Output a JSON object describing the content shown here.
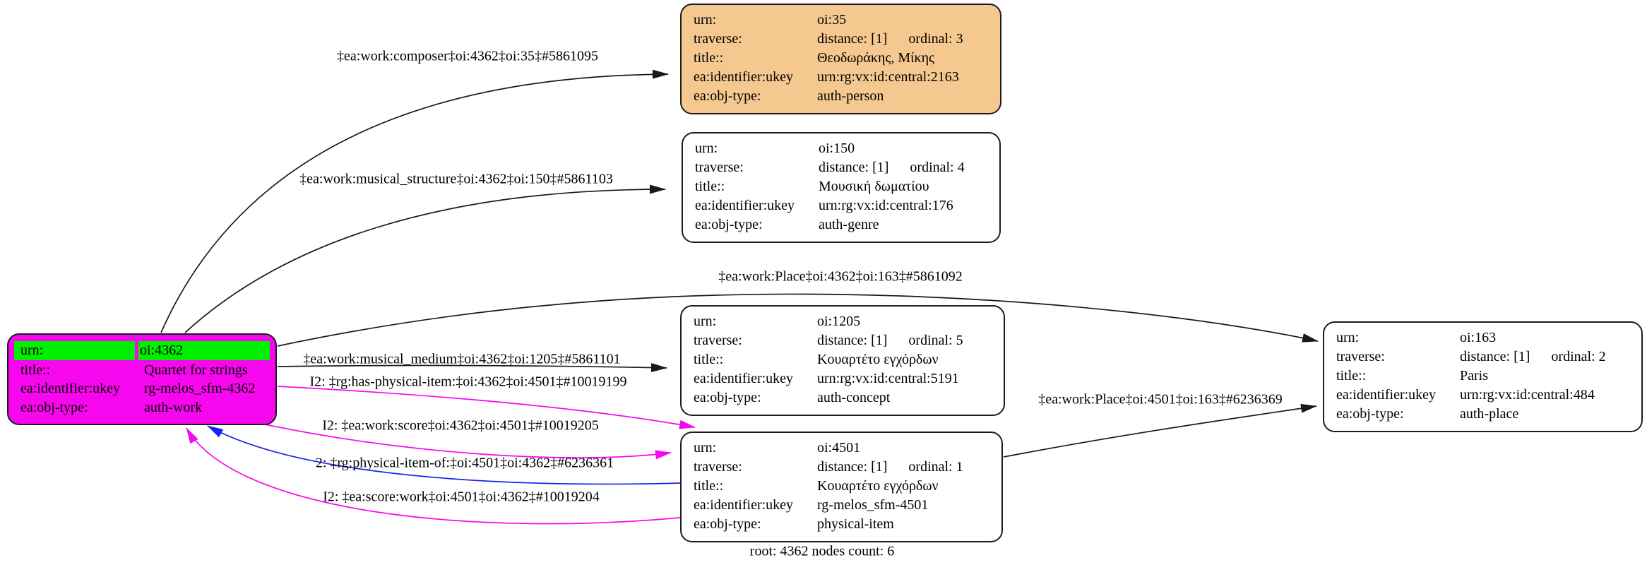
{
  "caption": "root: 4362 nodes count: 6",
  "colors": {
    "node_orange": "#f5c88f",
    "node_white": "#ffffff",
    "node_magenta": "#f707ee",
    "urn_row_green": "#00ee00",
    "edge_black": "#191919",
    "edge_magenta": "#f707ee",
    "edge_blue": "#1a22f0"
  },
  "nodes": {
    "root": {
      "rows": [
        {
          "k": "urn:",
          "v": "oi:4362"
        },
        {
          "k": "title::",
          "v": "Quartet for strings"
        },
        {
          "k": "ea:identifier:ukey",
          "v": "rg-melos_sfm-4362"
        },
        {
          "k": "ea:obj-type:",
          "v": "auth-work"
        }
      ]
    },
    "n35": {
      "rows": [
        {
          "k": "urn:",
          "v": "oi:35"
        },
        {
          "k": "traverse:",
          "v": "distance: [1]",
          "v2": "ordinal: 3"
        },
        {
          "k": "title::",
          "v": "Θεοδωράκης, Μίκης"
        },
        {
          "k": "ea:identifier:ukey",
          "v": "urn:rg:vx:id:central:2163"
        },
        {
          "k": "ea:obj-type:",
          "v": "auth-person"
        }
      ]
    },
    "n150": {
      "rows": [
        {
          "k": "urn:",
          "v": "oi:150"
        },
        {
          "k": "traverse:",
          "v": "distance: [1]",
          "v2": "ordinal: 4"
        },
        {
          "k": "title::",
          "v": "Μουσική δωματίου"
        },
        {
          "k": "ea:identifier:ukey",
          "v": "urn:rg:vx:id:central:176"
        },
        {
          "k": "ea:obj-type:",
          "v": "auth-genre"
        }
      ]
    },
    "n1205": {
      "rows": [
        {
          "k": "urn:",
          "v": "oi:1205"
        },
        {
          "k": "traverse:",
          "v": "distance: [1]",
          "v2": "ordinal: 5"
        },
        {
          "k": "title::",
          "v": "Κουαρτέτο εγχόρδων"
        },
        {
          "k": "ea:identifier:ukey",
          "v": "urn:rg:vx:id:central:5191"
        },
        {
          "k": "ea:obj-type:",
          "v": "auth-concept"
        }
      ]
    },
    "n4501": {
      "rows": [
        {
          "k": "urn:",
          "v": "oi:4501"
        },
        {
          "k": "traverse:",
          "v": "distance: [1]",
          "v2": "ordinal: 1"
        },
        {
          "k": "title::",
          "v": "Κουαρτέτο εγχόρδων"
        },
        {
          "k": "ea:identifier:ukey",
          "v": "rg-melos_sfm-4501"
        },
        {
          "k": "ea:obj-type:",
          "v": "physical-item"
        }
      ]
    },
    "n163": {
      "rows": [
        {
          "k": "urn:",
          "v": "oi:163"
        },
        {
          "k": "traverse:",
          "v": "distance: [1]",
          "v2": "ordinal: 2"
        },
        {
          "k": "title::",
          "v": "Paris"
        },
        {
          "k": "ea:identifier:ukey",
          "v": "urn:rg:vx:id:central:484"
        },
        {
          "k": "ea:obj-type:",
          "v": "auth-place"
        }
      ]
    }
  },
  "edges": [
    {
      "label": "‡ea:work:composer‡oi:4362‡oi:35‡#5861095",
      "color": "#191919"
    },
    {
      "label": "‡ea:work:musical_structure‡oi:4362‡oi:150‡#5861103",
      "color": "#191919"
    },
    {
      "label": "‡ea:work:Place‡oi:4362‡oi:163‡#5861092",
      "color": "#191919"
    },
    {
      "label": "‡ea:work:musical_medium‡oi:4362‡oi:1205‡#5861101",
      "color": "#191919"
    },
    {
      "label": "I2: ‡rg:has-physical-item:‡oi:4362‡oi:4501‡#10019199",
      "color": "#f707ee"
    },
    {
      "label": "I2: ‡ea:work:score‡oi:4362‡oi:4501‡#10019205",
      "color": "#f707ee"
    },
    {
      "label": "2: ‡rg:physical-item-of:‡oi:4501‡oi:4362‡#6236361",
      "color": "#1a22f0"
    },
    {
      "label": "I2: ‡ea:score:work‡oi:4501‡oi:4362‡#10019204",
      "color": "#f707ee"
    },
    {
      "label": "‡ea:work:Place‡oi:4501‡oi:163‡#6236369",
      "color": "#191919"
    }
  ]
}
